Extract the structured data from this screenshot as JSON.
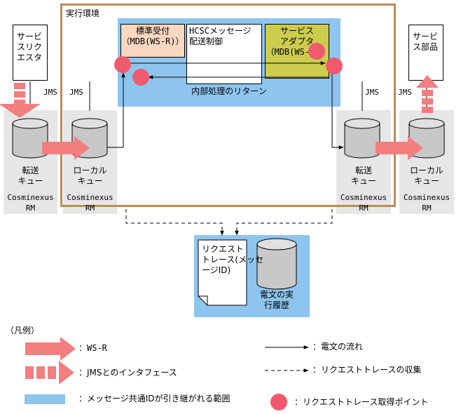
{
  "environment_label": "実行環境",
  "components": {
    "standard_receiver": "標準受付\n（MDB(WS-R)）",
    "hcsc_control": "HCSCメッセージ\n配送制御",
    "service_adapter": "サービス\nアダプタ\n（MDB(WS-R)）",
    "service_requester": "サービ\nスリク\nエスタ",
    "service_component": "サービ\nス部品",
    "internal_return": "内部処理のリターン",
    "request_trace": "リクエスト\nトレース(メッセ\nージID)",
    "execution_history": "電文の実\n行履歴"
  },
  "queues": {
    "left_transfer": "転送\nキュー",
    "left_local": "ローカル\nキュー",
    "right_transfer": "転送\nキュー",
    "right_local": "ローカル\nキュー",
    "rm_label": "Cosminexus\nRM"
  },
  "jms_label": "JMS",
  "legend": {
    "heading": "（凡例）",
    "items": [
      "：WS-R",
      "：JMSとのインタフェース",
      "：メッセージ共通IDが引き継がれる範囲",
      "：電文の流れ",
      "：リクエストトレースの収集",
      "：リクエストトレース取得ポイント"
    ]
  },
  "colors": {
    "blue_range": "#8ec5ee",
    "red_arrow": "#f27e80",
    "trace_point": "#f05a6e",
    "env_border": "#b98c5a",
    "adapter_fill": "#cccc4e",
    "receiver_fill": "#f9d7c0",
    "queue_area": "#e6e6e6"
  }
}
